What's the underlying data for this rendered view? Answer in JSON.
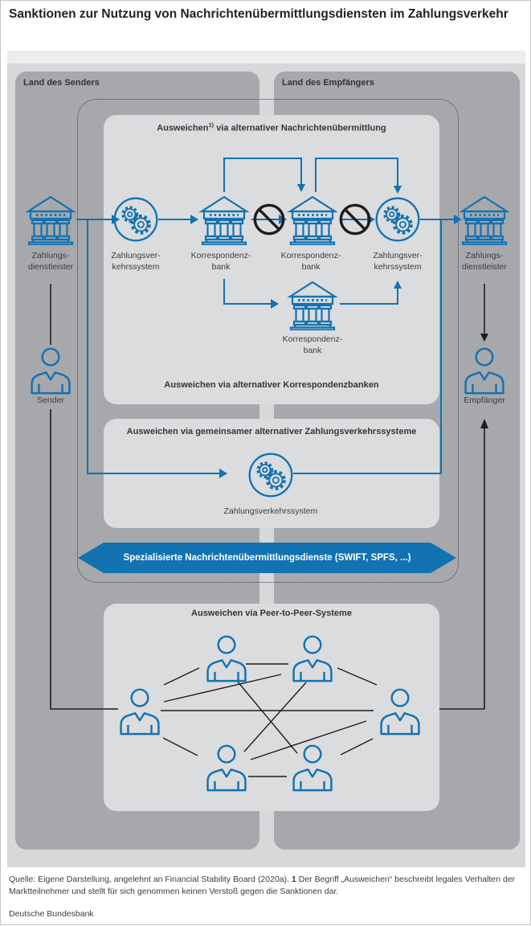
{
  "title": "Sanktionen zur Nutzung von Nachrichtenübermittlungsdiensten im Zahlungsverkehr",
  "panels": {
    "sender_country": "Land des Senders",
    "receiver_country": "Land des Empfängers"
  },
  "boxes": {
    "messaging": {
      "title_main": "Ausweichen",
      "title_sup": "1)",
      "title_rest": " via alternativer Nachrichtenübermittlung",
      "bottom_label": "Ausweichen via alternativer Korrespondenzbanken"
    },
    "payment_systems": {
      "title": "Ausweichen via gemeinsamer alternativer Zahlungsverkehrssysteme"
    },
    "p2p": {
      "title": "Ausweichen via Peer-to-Peer-Systeme"
    }
  },
  "banner": {
    "label": "Spezialisierte Nachrichtenübermittlungsdienste (SWIFT, SPFS, ...)"
  },
  "nodes": {
    "psp_left": "Zahlungs-\ndienstleister",
    "pvs_left": "Zahlungsver-\nkehrssystem",
    "korr_left": "Korrespondenz-\nbank",
    "korr_right": "Korrespondenz-\nbank",
    "pvs_right": "Zahlungsver-\nkehrssystem",
    "psp_right": "Zahlungs-\ndienstleister",
    "korr_alt": "Korrespondenz-\nbank",
    "pvs_common": "Zahlungsverkehrssystem",
    "sender": "Sender",
    "empfaenger": "Empfänger"
  },
  "footer": {
    "source_prefix": "Quelle: Eigene Darstellung, angelehnt an Financial Stability Board (2020a). ",
    "note_number": "1",
    "note_text": " Der Begriff „Ausweichen“ beschreibt legales Verhalten der Marktteilnehmer und stellt für sich genommen keinen Verstoß gegen die Sanktionen dar.",
    "attribution": "Deutsche Bundesbank"
  },
  "colors": {
    "accent_blue": "#1272b2",
    "panel_gray": "#a6a8ab",
    "box_gray": "#dbdcdd",
    "figure_bg": "#d6d8d9",
    "line_black": "#1d1d1d"
  }
}
